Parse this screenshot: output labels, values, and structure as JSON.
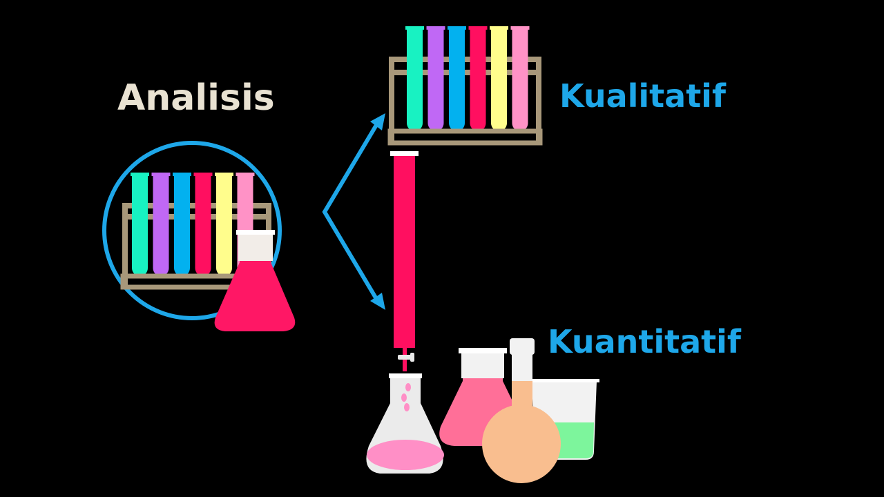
{
  "labels": {
    "analisis": "Analisis",
    "kualitatif": "Kualitatif",
    "kuantitatif": "Kuantitatif"
  },
  "colors": {
    "background": "#000000",
    "analisis_text": "#e9e2d2",
    "category_text": "#1ea7e9",
    "arrow": "#1ea7e9",
    "rack": "#a8987a",
    "burette_liquid": "#ff0f60",
    "flask_pink": "#ff1765",
    "light_pink": "#ff8fc6",
    "orange_flask": "#f9be8f",
    "green_liquid": "#7df59c"
  },
  "tube_colors": [
    "#18f2c2",
    "#c068f5",
    "#03b1ef",
    "#ff0f60",
    "#fffd8c",
    "#ff92c6"
  ],
  "icons": {
    "analysis_icon": "test-tube-rack-with-erlenmeyer-flask",
    "qualitative_icon": "test-tube-rack",
    "quantitative_icon": "titration-burette-and-glassware",
    "branch_arrow": "two-headed-branch-arrow"
  }
}
